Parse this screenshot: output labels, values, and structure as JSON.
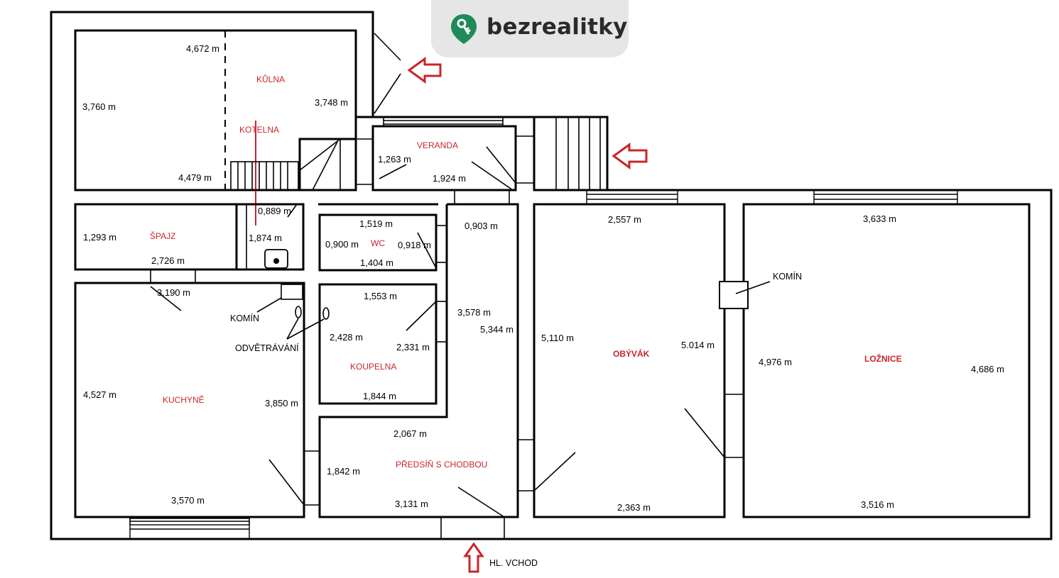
{
  "brand": {
    "name": "bezrealitky",
    "accent_color": "#1f8a5b",
    "icon": "key-pin-icon"
  },
  "colors": {
    "labels": "#c9252b",
    "arrows": "#c9252b"
  },
  "rooms": {
    "kulna": "KŮLNA",
    "kotelna": "KOTELNA",
    "veranda": "VERANDA",
    "spajz": "ŠPAJZ",
    "wc": "WC",
    "koupelna": "KOUPELNA",
    "kuchyne": "KUCHYNĚ",
    "predsin": "PŘEDSÍŇ S CHODBOU",
    "obyvak": "OBÝVÁK",
    "loznice": "LOŽNICE"
  },
  "notes": {
    "komin_left": "KOMÍN",
    "komin_right": "KOMÍN",
    "odvetravani": "ODVĚTRÁVÁNÍ",
    "main_entrance": "HL. VCHOD"
  },
  "dims": {
    "kulna_top": "4,672 m",
    "kulna_left": "3,760 m",
    "kulna_right": "3,748 m",
    "kulna_bottom": "4,479 m",
    "veranda_left": "1,263 m",
    "veranda_bottom": "1,924 m",
    "kotelna_w": "0,889 m",
    "kotelna_h": "1,874 m",
    "spajz_left": "1,293 m",
    "spajz_bottom": "2,726 m",
    "wc_top": "1,519 m",
    "wc_left": "0,900 m",
    "wc_right": "0,918 m",
    "wc_bottom": "1,404 m",
    "chodba_w": "0,903 m",
    "kuchyne_top": "3,190 m",
    "koupelna_top": "1,553 m",
    "koupelna_left": "2,428 m",
    "koupelna_right": "2,331 m",
    "koupelna_bottom": "1,844 m",
    "chodba_a": "3,578 m",
    "chodba_b": "5,344 m",
    "kuchyne_left": "4,527 m",
    "kuchyne_right": "3,850 m",
    "kuchyne_bottom": "3,570 m",
    "predsin_top": "2,067 m",
    "predsin_left": "1,842 m",
    "predsin_bottom": "3,131 m",
    "obyvak_top": "2,557 m",
    "obyvak_left": "5,110 m",
    "obyvak_right": "5.014 m",
    "obyvak_bottom": "2,363 m",
    "loznice_top": "3,633 m",
    "loznice_left": "4,976 m",
    "loznice_right": "4,686 m",
    "loznice_bottom": "3,516 m"
  }
}
